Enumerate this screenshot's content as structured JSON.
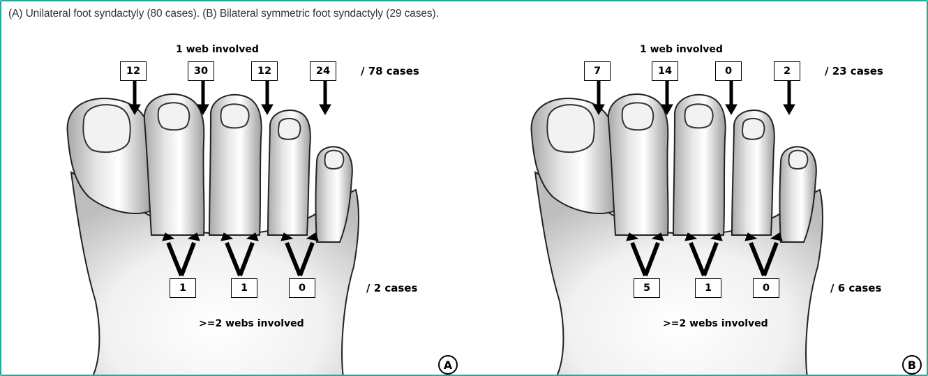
{
  "caption": "(A) Unilateral foot syndactyly (80 cases). (B) Bilateral symmetric foot syndactyly (29 cases).",
  "panels": [
    {
      "letter": "A",
      "top_label": "1 web involved",
      "top_values": [
        "12",
        "30",
        "12",
        "24"
      ],
      "top_total": "/ 78 cases",
      "bottom_values": [
        "1",
        "1",
        "0"
      ],
      "bottom_total": "/ 2 cases",
      "bottom_label": ">=2 webs involved"
    },
    {
      "letter": "B",
      "top_label": "1 web involved",
      "top_values": [
        "7",
        "14",
        "0",
        "2"
      ],
      "top_total": "/ 23 cases",
      "bottom_values": [
        "5",
        "1",
        "0"
      ],
      "bottom_total": "/ 6 cases",
      "bottom_label": ">=2 webs involved"
    }
  ]
}
